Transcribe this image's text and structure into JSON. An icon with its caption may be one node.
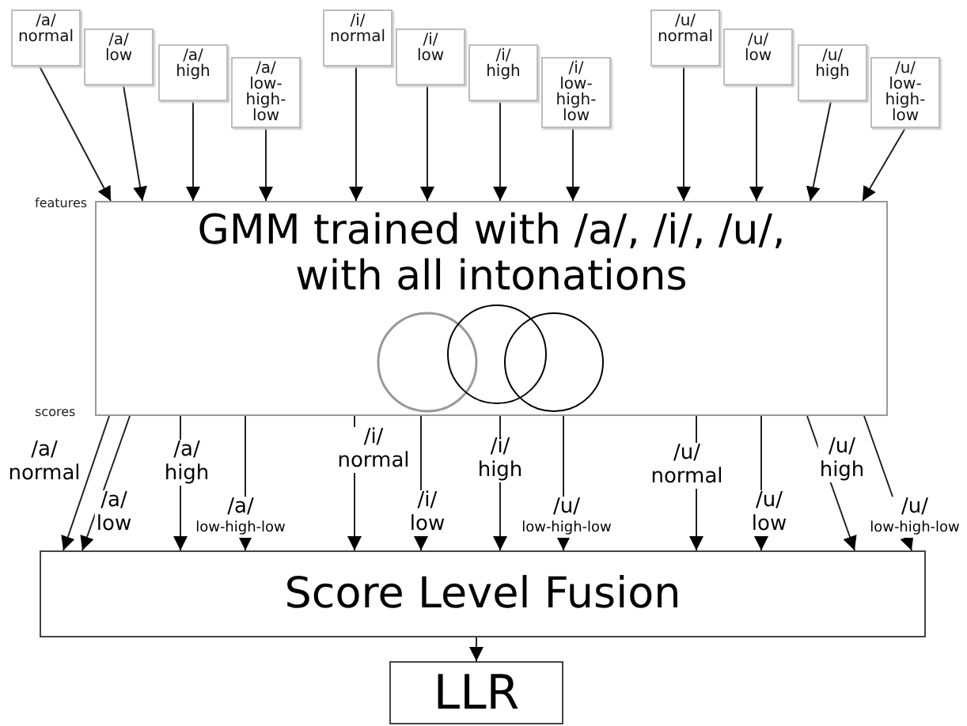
{
  "diagram": {
    "nodes": [
      {
        "text": [
          "/a/ normal"
        ]
      },
      {
        "text": [
          "/a/ low"
        ]
      },
      {
        "text": [
          "/a/ high"
        ]
      },
      {
        "text": [
          "/a/ low-high-low"
        ]
      },
      {
        "text": [
          "/i/ normal"
        ]
      },
      {
        "text": [
          "/i/ low"
        ]
      },
      {
        "text": [
          "/i/ high"
        ]
      },
      {
        "text": [
          "/i/ low-high-low"
        ]
      },
      {
        "text": [
          "/u/ normal"
        ]
      },
      {
        "text": [
          "/u/ low"
        ]
      },
      {
        "text": [
          "/u/ high"
        ]
      },
      {
        "text": [
          "/u/ low-high-low"
        ]
      },
      {
        "text": [
          "GMM trained with /a/, /i/, /u/, with all intonations"
        ]
      },
      {
        "text": [
          "Score Level Fusion"
        ]
      },
      {
        "text": [
          "LLR"
        ]
      }
    ],
    "edges": [
      {
        "from": 0,
        "to": 12,
        "arrow": "to"
      },
      {
        "from": 1,
        "to": 12,
        "arrow": "to"
      },
      {
        "from": 2,
        "to": 12,
        "arrow": "to"
      },
      {
        "from": 3,
        "to": 12,
        "arrow": "to"
      },
      {
        "from": 4,
        "to": 12,
        "arrow": "to"
      },
      {
        "from": 5,
        "to": 12,
        "arrow": "to"
      },
      {
        "from": 6,
        "to": 12,
        "arrow": "to"
      },
      {
        "from": 7,
        "to": 12,
        "arrow": "to"
      },
      {
        "from": 8,
        "to": 12,
        "arrow": "to"
      },
      {
        "from": 9,
        "to": 12,
        "arrow": "to"
      },
      {
        "from": 10,
        "to": 12,
        "arrow": "to"
      },
      {
        "from": 11,
        "to": 12,
        "arrow": "to"
      },
      {
        "from": 12,
        "to": 13,
        "arrow": "to",
        "label": "/a/ normal"
      },
      {
        "from": 12,
        "to": 13,
        "arrow": "to",
        "label": "/a/ low"
      },
      {
        "from": 12,
        "to": 13,
        "arrow": "to",
        "label": "/a/ high"
      },
      {
        "from": 12,
        "to": 13,
        "arrow": "to",
        "label": "/a/ low-high-low"
      },
      {
        "from": 12,
        "to": 13,
        "arrow": "to",
        "label": "/i/ normal"
      },
      {
        "from": 12,
        "to": 13,
        "arrow": "to",
        "label": "/i/ low"
      },
      {
        "from": 12,
        "to": 13,
        "arrow": "to",
        "label": "/i/ high"
      },
      {
        "from": 12,
        "to": 13,
        "arrow": "to",
        "label": "/u/ low-high-low"
      },
      {
        "from": 12,
        "to": 13,
        "arrow": "to",
        "label": "/u/ normal"
      },
      {
        "from": 12,
        "to": 13,
        "arrow": "to",
        "label": "/u/ low"
      },
      {
        "from": 12,
        "to": 13,
        "arrow": "to",
        "label": "/u/ high"
      },
      {
        "from": 12,
        "to": 13,
        "arrow": "to",
        "label": "/u/ low-high-low"
      },
      {
        "from": 13,
        "to": 14,
        "arrow": "to"
      }
    ],
    "labels": [
      "features",
      "scores"
    ]
  }
}
